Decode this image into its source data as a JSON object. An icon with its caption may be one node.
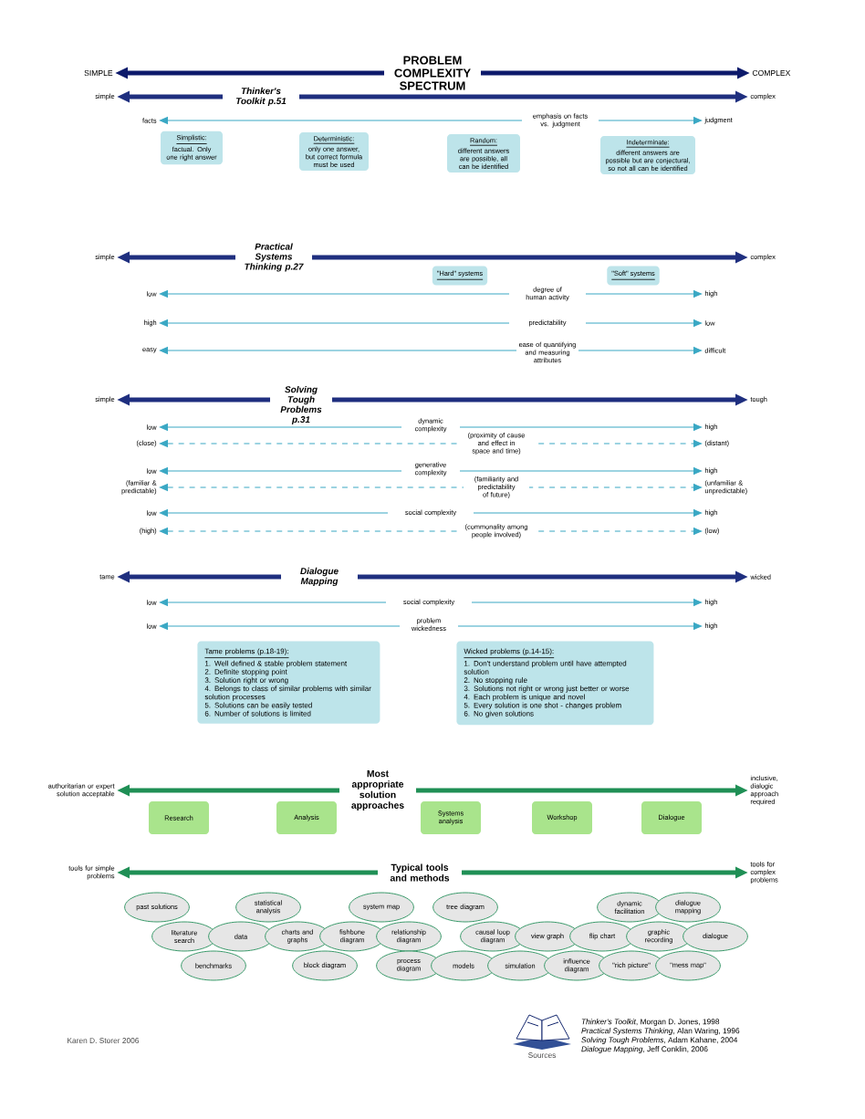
{
  "diagram": {
    "title": "PROBLEM COMPLEXITY SPECTRUM",
    "nodes": [
      {
        "text": [
          "SIMPLE"
        ]
      },
      {
        "text": [
          "COMPLEX"
        ]
      },
      {
        "text": [
          "simple"
        ]
      },
      {
        "text": [
          "complex"
        ]
      },
      {
        "text": [
          "facts"
        ]
      },
      {
        "text": [
          "judgment"
        ]
      },
      {
        "text": [
          "Simplistic:",
          "factual. Only one right answer"
        ]
      },
      {
        "text": [
          "Deterministic:",
          "only one answer, but correct formula must be used"
        ]
      },
      {
        "text": [
          "Random:",
          "different answers are possible, all can be identified"
        ]
      },
      {
        "text": [
          "Indeterminate:",
          "different answers are possible but are conjectural, so not all can be identified"
        ]
      },
      {
        "text": [
          "simple"
        ]
      },
      {
        "text": [
          "complex"
        ]
      },
      {
        "text": [
          "\"Hard\" systems"
        ]
      },
      {
        "text": [
          "\"Soft\" systems"
        ]
      },
      {
        "text": [
          "low"
        ]
      },
      {
        "text": [
          "high"
        ]
      },
      {
        "text": [
          "high"
        ]
      },
      {
        "text": [
          "low"
        ]
      },
      {
        "text": [
          "easy"
        ]
      },
      {
        "text": [
          "difficult"
        ]
      },
      {
        "text": [
          "simple"
        ]
      },
      {
        "text": [
          "tough"
        ]
      },
      {
        "text": [
          "low"
        ]
      },
      {
        "text": [
          "high"
        ]
      },
      {
        "text": [
          "(close)"
        ]
      },
      {
        "text": [
          "(distant)"
        ]
      },
      {
        "text": [
          "low"
        ]
      },
      {
        "text": [
          "high"
        ]
      },
      {
        "text": [
          "(familiar & predictable)"
        ]
      },
      {
        "text": [
          "(unfamiliar & unpredictable)"
        ]
      },
      {
        "text": [
          "low"
        ]
      },
      {
        "text": [
          "high"
        ]
      },
      {
        "text": [
          "(high)"
        ]
      },
      {
        "text": [
          "(low)"
        ]
      },
      {
        "text": [
          "tame"
        ]
      },
      {
        "text": [
          "wicked"
        ]
      },
      {
        "text": [
          "low"
        ]
      },
      {
        "text": [
          "high"
        ]
      },
      {
        "text": [
          "low"
        ]
      },
      {
        "text": [
          "high"
        ]
      },
      {
        "text": [
          "Tame problems (p.18-19):",
          "1. Well defined & stable problem statement",
          "2. Definite stopping point",
          "3. Solution right or wrong",
          "4. Belongs to class of similar problems with similar solution processes",
          "5. Solutions can be easily tested",
          "6. Number of solutions is limited"
        ]
      },
      {
        "text": [
          "Wicked problems (p.14-15):",
          "1. Don't understand problem until have attempted solution",
          "2. No stopping rule",
          "3. Solutions not right or wrong just better or worse",
          "4. Each problem is unique and novel",
          "5. Every solution is one shot - changes problem",
          "6. No given solutions"
        ]
      },
      {
        "text": [
          "authoritarian or expert solution acceptable"
        ]
      },
      {
        "text": [
          "inclusive, dialogic approach required"
        ]
      },
      {
        "text": [
          "Research"
        ]
      },
      {
        "text": [
          "Analysis"
        ]
      },
      {
        "text": [
          "Systems analysis"
        ]
      },
      {
        "text": [
          "Workshop"
        ]
      },
      {
        "text": [
          "Dialogue"
        ]
      },
      {
        "text": [
          "tools for simple problems"
        ]
      },
      {
        "text": [
          "tools for complex problems"
        ]
      },
      {
        "text": [
          "past solutions"
        ]
      },
      {
        "text": [
          "statistical analysis"
        ]
      },
      {
        "text": [
          "system map"
        ]
      },
      {
        "text": [
          "tree diagram"
        ]
      },
      {
        "text": [
          "dynamic facilitation"
        ]
      },
      {
        "text": [
          "dialogue mapping"
        ]
      },
      {
        "text": [
          "literature search"
        ]
      },
      {
        "text": [
          "data"
        ]
      },
      {
        "text": [
          "charts and graphs"
        ]
      },
      {
        "text": [
          "fishbone diagram"
        ]
      },
      {
        "text": [
          "relationship diagram"
        ]
      },
      {
        "text": [
          "causal loop diagram"
        ]
      },
      {
        "text": [
          "view graph"
        ]
      },
      {
        "text": [
          "flip chart"
        ]
      },
      {
        "text": [
          "graphic recording"
        ]
      },
      {
        "text": [
          "dialogue"
        ]
      },
      {
        "text": [
          "benchmarks"
        ]
      },
      {
        "text": [
          "block diagram"
        ]
      },
      {
        "text": [
          "process diagram"
        ]
      },
      {
        "text": [
          "models"
        ]
      },
      {
        "text": [
          "simulation"
        ]
      },
      {
        "text": [
          "influence diagram"
        ]
      },
      {
        "text": [
          "\"rich picture\""
        ]
      },
      {
        "text": [
          "\"mess map\""
        ]
      }
    ],
    "edges": [
      {
        "from": 0,
        "to": 1,
        "arrow": "both",
        "style": "thick",
        "color": "#0d1a6b"
      },
      {
        "from": 2,
        "to": 3,
        "arrow": "both",
        "label": "Thinker's Toolkit p.51",
        "style": "thick",
        "color": "#1f2f7f"
      },
      {
        "from": 4,
        "to": 5,
        "arrow": "both",
        "label": "emphasis on facts vs. judgment"
      },
      {
        "from": 10,
        "to": 11,
        "arrow": "both",
        "label": "Practical Systems Thinking p.27",
        "style": "thick",
        "color": "#1f2f7f"
      },
      {
        "from": 14,
        "to": 15,
        "arrow": "both",
        "label": "degree of human activity"
      },
      {
        "from": 16,
        "to": 17,
        "arrow": "both",
        "label": "predictability"
      },
      {
        "from": 18,
        "to": 19,
        "arrow": "both",
        "label": "ease of quantifying and measuring attributes"
      },
      {
        "from": 20,
        "to": 21,
        "arrow": "both",
        "label": "Solving Tough Problems p.31",
        "style": "thick",
        "color": "#1f2f7f"
      },
      {
        "from": 22,
        "to": 23,
        "arrow": "both",
        "label": "dynamic complexity"
      },
      {
        "from": 24,
        "to": 25,
        "arrow": "both",
        "label": "(proximity of cause and effect in space and time)",
        "style": "dashed"
      },
      {
        "from": 26,
        "to": 27,
        "arrow": "both",
        "label": "generative complexity"
      },
      {
        "from": 28,
        "to": 29,
        "arrow": "both",
        "label": "(familiarity and predictability of future)",
        "style": "dashed"
      },
      {
        "from": 30,
        "to": 31,
        "arrow": "both",
        "label": "social complexity"
      },
      {
        "from": 32,
        "to": 33,
        "arrow": "both",
        "label": "(commonality among people involved)",
        "style": "dashed"
      },
      {
        "from": 34,
        "to": 35,
        "arrow": "both",
        "label": "Dialogue Mapping",
        "style": "thick",
        "color": "#1f2f7f"
      },
      {
        "from": 36,
        "to": 37,
        "arrow": "both",
        "label": "social complexity"
      },
      {
        "from": 38,
        "to": 39,
        "arrow": "both",
        "label": "problem wickedness"
      },
      {
        "from": 42,
        "to": 43,
        "arrow": "both",
        "label": "Most appropriate solution approaches",
        "style": "thick",
        "color": "#1f8f55"
      },
      {
        "from": 49,
        "to": 50,
        "arrow": "both",
        "label": "Typical tools and methods",
        "style": "thick",
        "color": "#1f8f55"
      }
    ],
    "labels": [
      "Karen D. Storer 2006",
      "Sources",
      "*Thinker's Toolkit*, Morgan D. Jones, 1998",
      "*Practical Systems Thinking*, Alan Waring, 1996",
      "*Solving Tough Problems*, Adam Kahane, 2004",
      "*Dialogue Mapping*, Jeff Conklin, 2006"
    ]
  }
}
